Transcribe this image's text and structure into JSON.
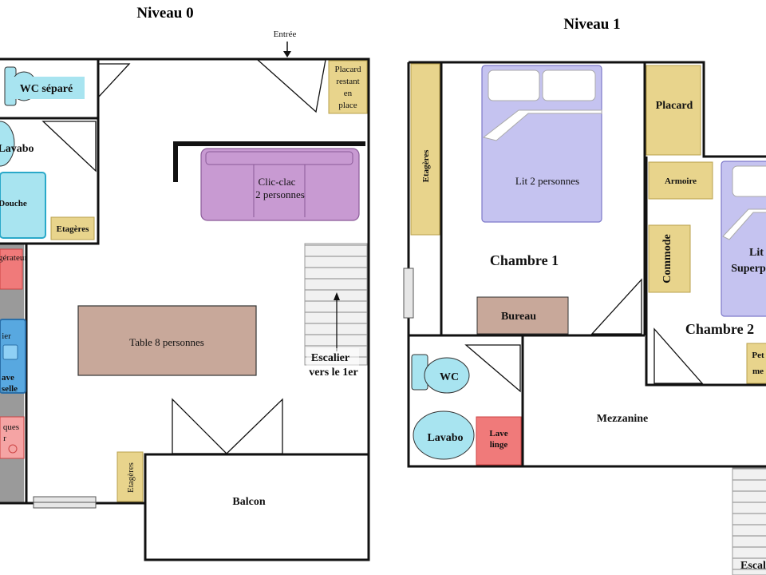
{
  "levels": {
    "level0": {
      "title": "Niveau 0"
    },
    "level1": {
      "title": "Niveau 1"
    }
  },
  "level0": {
    "entry": "Entrée",
    "wc": "WC séparé",
    "placard_line1": "Placard",
    "placard_line2": "restant",
    "placard_line3": "en",
    "placard_line4": "place",
    "lavabo": "Lavabo",
    "douche": "Douche",
    "etageres_small": "Etagères",
    "clicclac_line1": "Clic-clac",
    "clicclac_line2": "2 personnes",
    "refrigerateur": "gérateur",
    "table": "Table 8 personnes",
    "escalier_line1": "Escalier",
    "escalier_line2": "vers le 1er",
    "kitchen_evier": "ier",
    "kitchen_lave_line1": "ave",
    "kitchen_lave_line2": "selle",
    "kitchen_plaques_line1": "ques",
    "kitchen_plaques_line2": "r",
    "etageres_vertical": "Etagères",
    "balcon": "Balcon"
  },
  "level1": {
    "etageres": "Etagères",
    "lit2": "Lit 2 personnes",
    "placard": "Placard",
    "armoire": "Armoire",
    "chambre1": "Chambre 1",
    "commode": "Commode",
    "lit_sup_line1": "Lit",
    "lit_sup_line2": "Superp",
    "bureau": "Bureau",
    "chambre2": "Chambre 2",
    "petit_line1": "Pet",
    "petit_line2": "me",
    "wc": "WC",
    "lavabo": "Lavabo",
    "lave_linge_line1": "Lave",
    "lave_linge_line2": "linge",
    "mezzanine": "Mezzanine",
    "escalier": "Escal"
  },
  "colors": {
    "furniture_yellow": "#e8d48c",
    "sofa_purple": "#c89ad2",
    "bed_lavender": "#c5c3f0",
    "table_brown": "#c8a89a",
    "wc_blue": "#a8e4f0",
    "appliance_red": "#f07a7a",
    "kitchen_blue": "#58a8e0",
    "counter_grey": "#9a9a9a"
  }
}
